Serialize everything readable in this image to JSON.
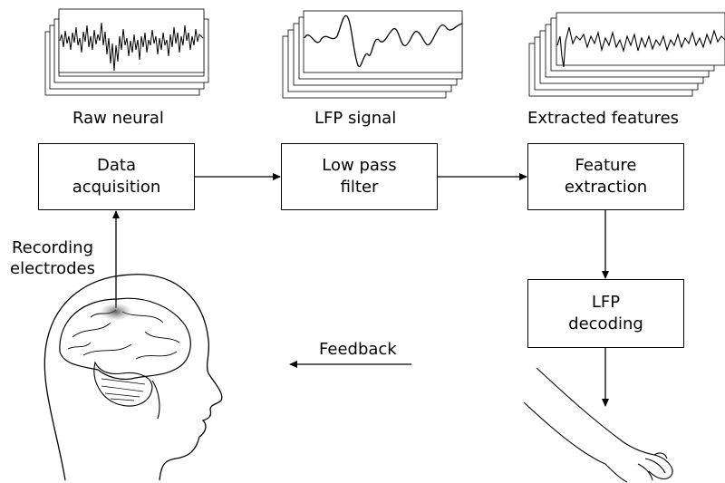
{
  "signals": {
    "raw": {
      "caption": "Raw neural"
    },
    "lfp": {
      "caption": "LFP signal"
    },
    "features": {
      "caption": "Extracted features"
    }
  },
  "boxes": {
    "acquisition": {
      "line1": "Data",
      "line2": "acquisition"
    },
    "lowpass": {
      "line1": "Low pass",
      "line2": "filter"
    },
    "extraction": {
      "line1": "Feature",
      "line2": "extraction"
    },
    "decoding": {
      "line1": "LFP",
      "line2": "decoding"
    }
  },
  "electrodes": {
    "line1": "Recording",
    "line2": "electrodes"
  },
  "feedback": {
    "label": "Feedback"
  }
}
